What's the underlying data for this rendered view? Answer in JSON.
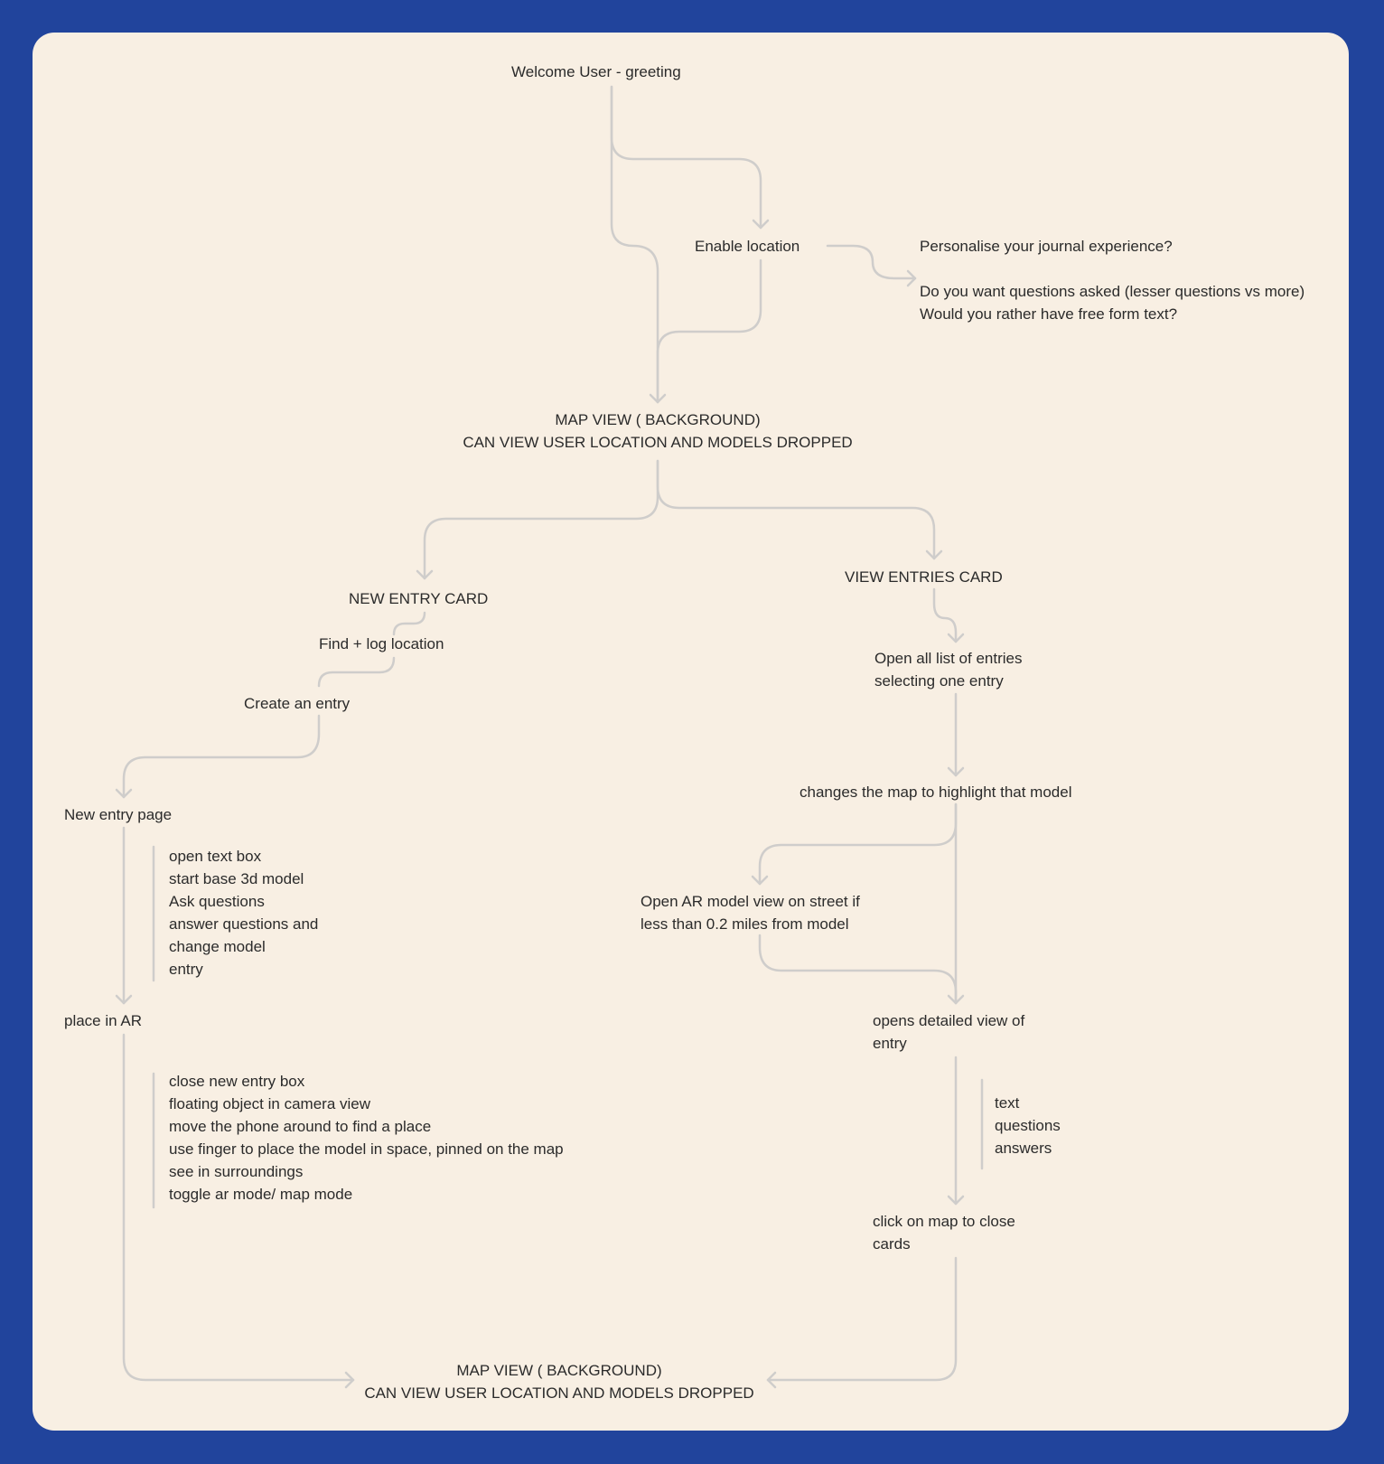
{
  "nodes": {
    "welcome": "Welcome User - greeting",
    "enable_location": "Enable location",
    "personalise": [
      "Personalise your journal experience?",
      "",
      "Do you want questions asked (lesser questions vs more)",
      "Would you rather have free form text?"
    ],
    "map_view_top": [
      "MAP VIEW ( BACKGROUND)",
      "CAN VIEW USER LOCATION AND MODELS DROPPED"
    ],
    "new_entry_card": "NEW ENTRY CARD",
    "view_entries_card": "VIEW ENTRIES CARD",
    "find_log_location": "Find + log location",
    "create_entry": "Create an entry",
    "open_list": [
      "Open all list of entries",
      "selecting one entry"
    ],
    "new_entry_page": "New entry page",
    "new_entry_notes": [
      "open text box",
      "start base 3d model",
      "Ask questions",
      "answer questions and",
      "change model",
      "entry"
    ],
    "changes_map": "changes the map to highlight that model",
    "open_ar": [
      "Open AR model view on street if",
      "less than 0.2 miles from model"
    ],
    "place_in_ar": "place in AR",
    "opens_detailed": [
      "opens detailed view of",
      "entry"
    ],
    "detail_notes": [
      "text",
      "questions",
      "answers"
    ],
    "place_notes": [
      "close new entry box",
      "floating object in camera view",
      "move the phone around to find a place",
      "use finger to place the model in space, pinned on the map",
      "see in surroundings",
      "toggle ar mode/ map mode"
    ],
    "click_map": [
      "click on map to close",
      "cards"
    ],
    "map_view_bottom": [
      "MAP VIEW ( BACKGROUND)",
      "CAN VIEW USER LOCATION AND MODELS DROPPED"
    ]
  },
  "colors": {
    "background": "#21449c",
    "card": "#f8efe3",
    "text": "#2b2b2b",
    "connector": "#cfcdcb"
  }
}
